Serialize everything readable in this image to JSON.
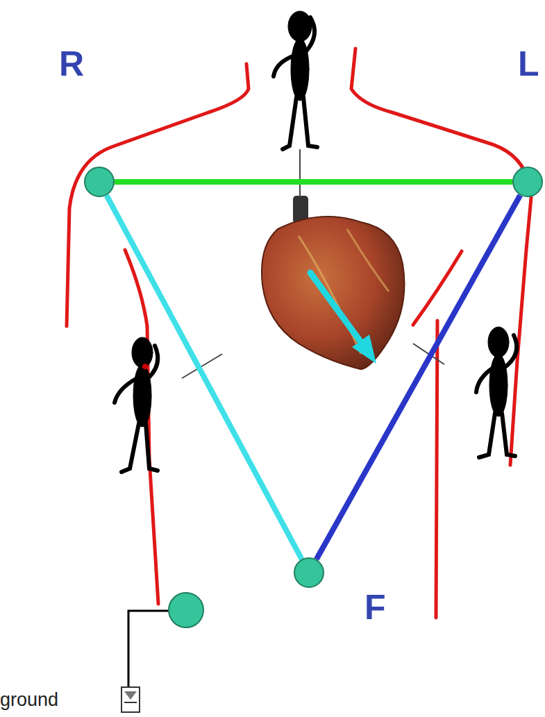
{
  "diagram": {
    "nodes": [
      {
        "text": [
          "R"
        ]
      },
      {
        "text": [
          "L"
        ]
      },
      {
        "text": [
          "F"
        ]
      }
    ],
    "edges": [
      {
        "from": 0,
        "to": 1,
        "arrow": "none"
      },
      {
        "from": 0,
        "to": 2,
        "arrow": "none"
      },
      {
        "from": 1,
        "to": 2,
        "arrow": "none"
      }
    ],
    "labels": [
      "ground"
    ]
  }
}
